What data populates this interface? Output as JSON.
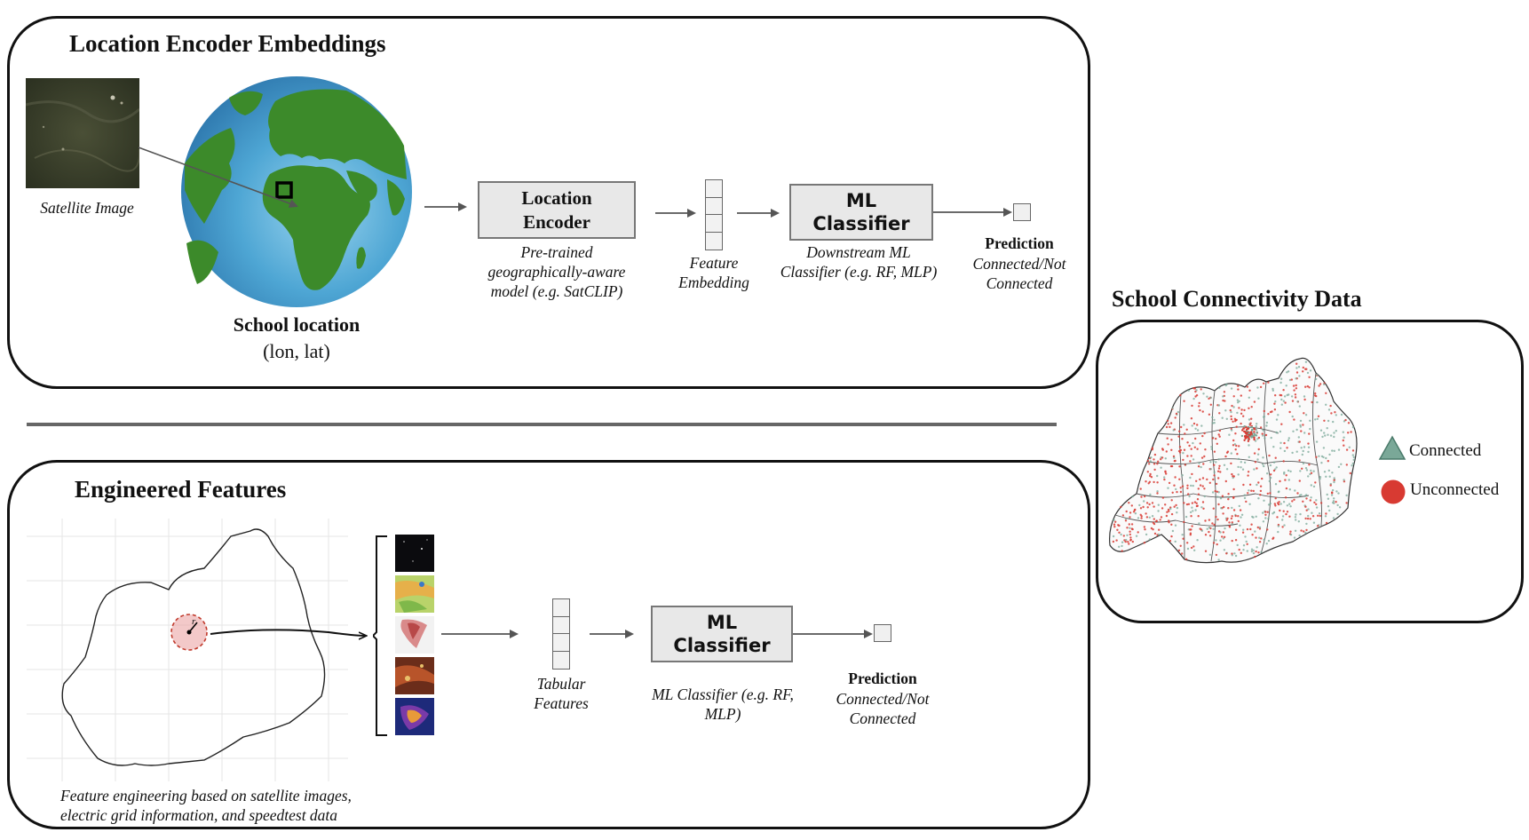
{
  "top_panel": {
    "title": "Location Encoder Embeddings",
    "satellite_caption": "Satellite Image",
    "school_location_title": "School location",
    "school_location_coords": "(lon, lat)",
    "encoder_box": "Location\nEncoder",
    "encoder_caption": "Pre-trained\ngeographically-aware\nmodel (e.g. SatCLIP)",
    "embedding_caption": "Feature\nEmbedding",
    "classifier_box": "ML\nClassifier",
    "classifier_caption": "Downstream ML\nClassifier (e.g. RF, MLP)",
    "prediction_title": "Prediction",
    "prediction_text": "Connected/Not\nConnected"
  },
  "bottom_panel": {
    "title": "Engineered Features",
    "map_caption": "Feature engineering based on satellite images,\nelectric grid information, and speedtest data",
    "radius_label": "r",
    "tabular_caption": "Tabular\nFeatures",
    "classifier_box": "ML\nClassifier",
    "classifier_caption": "ML Classifier (e.g. RF,\nMLP)",
    "prediction_title": "Prediction",
    "prediction_text": "Connected/Not\nConnected"
  },
  "side_panel": {
    "title": "School Connectivity Data",
    "legend": [
      {
        "label": "Connected",
        "color": "#7aa898"
      },
      {
        "label": "Unconnected",
        "color": "#d83a32"
      }
    ]
  },
  "colors": {
    "ocean": "#4ea6d4",
    "land": "#3c8a2a",
    "box_fill": "#e8e8e8",
    "arrow": "#555555"
  }
}
